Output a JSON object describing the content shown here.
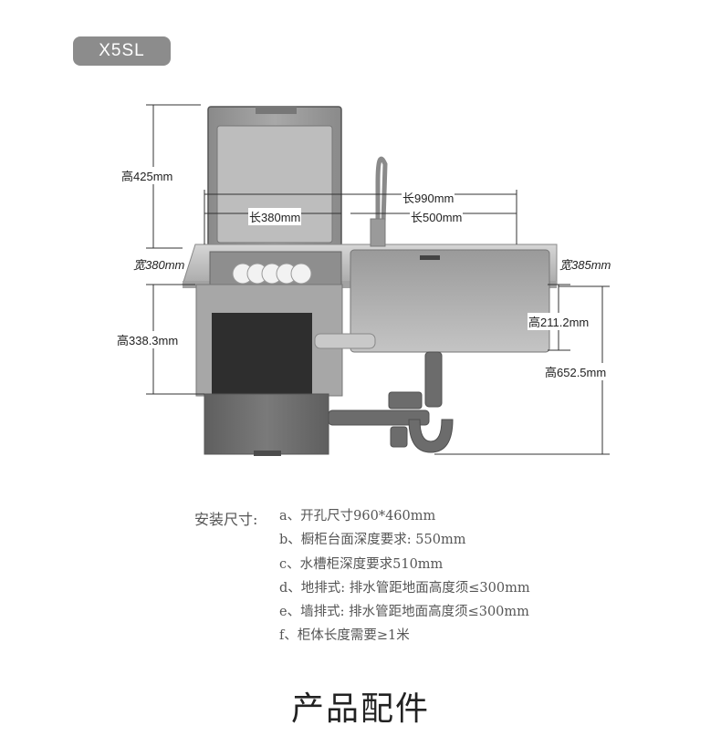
{
  "badge": "X5SL",
  "dimensions": {
    "lid_height": "高425mm",
    "total_length": "长990mm",
    "dishwasher_length": "长380mm",
    "sink_length": "长500mm",
    "dishwasher_width": "宽380mm",
    "sink_width": "宽385mm",
    "dishwasher_height": "高338.3mm",
    "sink_height": "高211.2mm",
    "overall_height": "高652.5mm"
  },
  "install": {
    "label": "安装尺寸:",
    "items": [
      "a、开孔尺寸960*460mm",
      "b、橱柜台面深度要求: 550mm",
      "c、水槽柜深度要求510mm",
      "d、地排式: 排水管距地面高度须≤300mm",
      "e、墙排式: 排水管距地面高度须≤300mm",
      "f、柜体长度需要≥1米"
    ]
  },
  "section_title": "产品配件",
  "colors": {
    "badge_bg": "#8c8c8c",
    "steel": "#b9b9b9",
    "dark_panel": "#2e2e2e",
    "cabinet": "#6f6f6f"
  }
}
